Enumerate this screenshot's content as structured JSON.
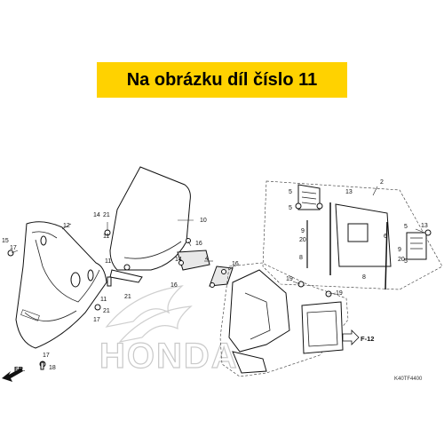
{
  "banner": {
    "text": "Na obrázku díl číslo 11"
  },
  "watermark": {
    "text": "HONDA"
  },
  "diagram_code": "K40TF4400",
  "direction_arrow": {
    "label": "FR."
  },
  "reference": {
    "label": "F-12"
  },
  "callouts": {
    "c2": "2",
    "c4": "4",
    "c5a": "5",
    "c5b": "5",
    "c5c": "5",
    "c5d": "5",
    "c6": "6",
    "c8a": "8",
    "c8b": "8",
    "c9a": "9",
    "c9b": "9",
    "c10": "10",
    "c11a": "11",
    "c11b": "11",
    "c11c": "11",
    "c12": "12",
    "c13a": "13",
    "c13b": "13",
    "c14a": "14",
    "c14b": "14",
    "c15": "15",
    "c16a": "16",
    "c16b": "16",
    "c16c": "16",
    "c17a": "17",
    "c17b": "17",
    "c17c": "17",
    "c18": "18",
    "c19a": "19",
    "c19b": "19",
    "c20a": "20",
    "c20b": "20",
    "c21a": "21",
    "c21b": "21",
    "c21c": "21"
  },
  "colors": {
    "banner_bg": "#ffd200",
    "line": "#111111",
    "watermark": "#c9c9c9"
  }
}
